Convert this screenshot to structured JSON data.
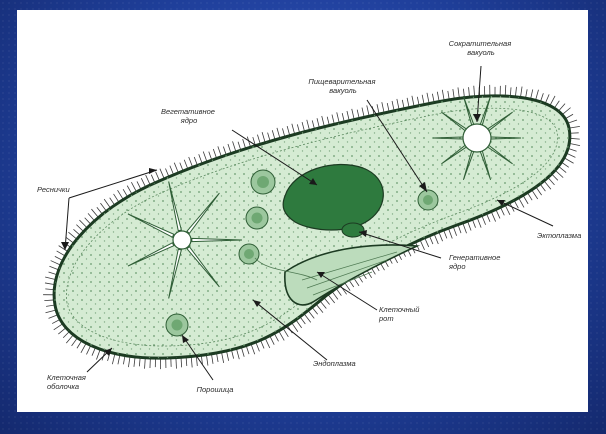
{
  "colors": {
    "background": "#1f3f9a",
    "panel": "#ffffff",
    "body_fill": "#d5ebd3",
    "outline": "#1c3b22",
    "nucleus": "#2e7a3e"
  },
  "labels": {
    "contractile_vacuole": [
      "Сократительная",
      "вакуоль"
    ],
    "digestive_vacuole": [
      "Пищеварительная",
      "вакуоль"
    ],
    "vegetative_nucleus": [
      "Вегетативное",
      "ядро"
    ],
    "cilia": [
      "Реснички"
    ],
    "ectoplasm": [
      "Эктоплазма"
    ],
    "generative_nucleus": [
      "Генеративное",
      "ядро"
    ],
    "cell_mouth": [
      "Клеточный",
      "рот"
    ],
    "endoplasm": [
      "Эндоплазма"
    ],
    "cell_membrane": [
      "Клеточная",
      "оболочка"
    ],
    "powder": [
      "Порошица"
    ]
  }
}
